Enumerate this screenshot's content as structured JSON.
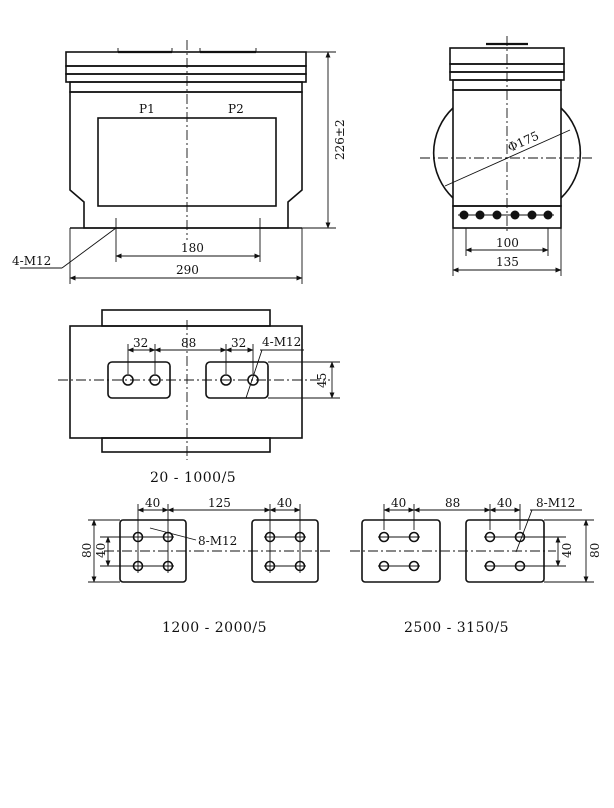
{
  "front_view": {
    "terminal_p1": "P1",
    "terminal_p2": "P2",
    "height_dim": "226±2",
    "bolt_callout": "4-M12",
    "inner_width_dim": "180",
    "overall_width_dim": "290"
  },
  "side_view": {
    "diameter_dim": "Φ175",
    "base_inner_dim": "100",
    "base_outer_dim": "135"
  },
  "plan_view": {
    "pad_width_dim_left": "32",
    "pad_spacing_dim": "88",
    "pad_width_dim_right": "32",
    "bolt_callout": "4-M12",
    "pad_height_dim": "45",
    "caption": "20 - 1000/5"
  },
  "variant_1200": {
    "pad_width_dim_left": "40",
    "pad_spacing_dim": "125",
    "pad_width_dim_right": "40",
    "bolt_callout": "8-M12",
    "height_outer_dim": "80",
    "height_inner_dim": "40",
    "caption": "1200 - 2000/5"
  },
  "variant_2500": {
    "pad_width_dim_left": "40",
    "pad_spacing_dim": "88",
    "pad_width_dim_right": "40",
    "bolt_callout": "8-M12",
    "height_inner_dim": "40",
    "height_outer_dim": "80",
    "caption": "2500 - 3150/5"
  }
}
